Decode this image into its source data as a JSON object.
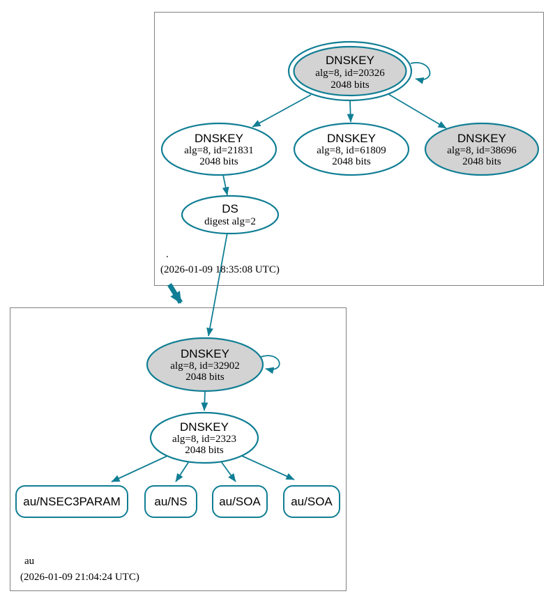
{
  "colors": {
    "secure_teal": "#107e94",
    "ksk_fill": "#d3d3d3",
    "node_fill": "#ffffff",
    "zone_border": "#808080"
  },
  "zones": {
    "root": {
      "label": ".",
      "timestamp": "(2026-01-09 18:35:08 UTC)"
    },
    "au": {
      "label": "au",
      "timestamp": "(2026-01-09 21:04:24 UTC)"
    }
  },
  "nodes": {
    "ksk_20326": {
      "type": "DNSKEY",
      "detail": "alg=8, id=20326",
      "size": "2048 bits"
    },
    "zsk_21831": {
      "type": "DNSKEY",
      "detail": "alg=8, id=21831",
      "size": "2048 bits"
    },
    "zsk_61809": {
      "type": "DNSKEY",
      "detail": "alg=8, id=61809",
      "size": "2048 bits"
    },
    "ksk_38696": {
      "type": "DNSKEY",
      "detail": "alg=8, id=38696",
      "size": "2048 bits"
    },
    "ds": {
      "type": "DS",
      "detail": "digest alg=2"
    },
    "ksk_32902": {
      "type": "DNSKEY",
      "detail": "alg=8, id=32902",
      "size": "2048 bits"
    },
    "zsk_2323": {
      "type": "DNSKEY",
      "detail": "alg=8, id=2323",
      "size": "2048 bits"
    },
    "rrset_nsec3param": {
      "label": "au/NSEC3PARAM"
    },
    "rrset_ns": {
      "label": "au/NS"
    },
    "rrset_soa_1": {
      "label": "au/SOA"
    },
    "rrset_soa_2": {
      "label": "au/SOA"
    }
  }
}
